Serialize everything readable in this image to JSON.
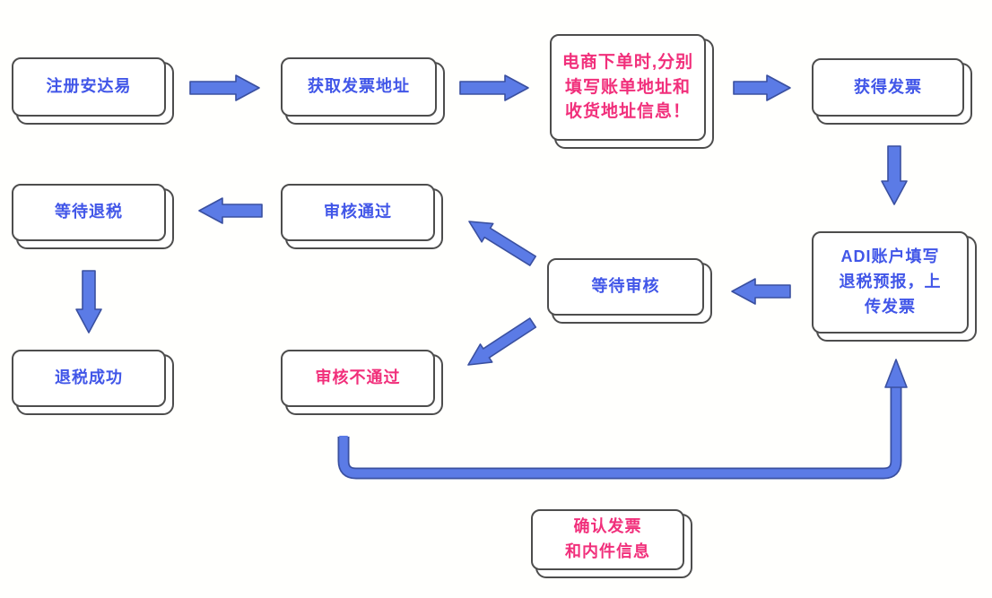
{
  "colors": {
    "blue_text": "#4156e8",
    "pink_text": "#f12f7b",
    "arrow_fill": "#5b7be6",
    "arrow_stroke": "#3a50a0",
    "box_border": "#4d4d4d",
    "page_bg": "#fffffd"
  },
  "flowchart": {
    "nodes": [
      {
        "id": "register",
        "label": "注册安达易",
        "color": "blue"
      },
      {
        "id": "get-invoice-address",
        "label": "获取发票地址",
        "color": "blue"
      },
      {
        "id": "order-note",
        "label": "电商下单时,分别\n填写账单地址和\n收货地址信息！",
        "color": "pink"
      },
      {
        "id": "obtain-invoice",
        "label": "获得发票",
        "color": "blue"
      },
      {
        "id": "adi-account",
        "label": "ADI账户填写\n退税预报，上\n传发票",
        "color": "blue"
      },
      {
        "id": "wait-review",
        "label": "等待审核",
        "color": "blue"
      },
      {
        "id": "review-passed",
        "label": "审核通过",
        "color": "blue"
      },
      {
        "id": "review-failed",
        "label": "审核不通过",
        "color": "pink"
      },
      {
        "id": "wait-refund",
        "label": "等待退税",
        "color": "blue"
      },
      {
        "id": "refund-success",
        "label": "退税成功",
        "color": "blue"
      },
      {
        "id": "confirm-invoice",
        "label": "确认发票\n和内件信息",
        "color": "pink"
      }
    ],
    "connections": [
      {
        "from": "register",
        "to": "get-invoice-address"
      },
      {
        "from": "get-invoice-address",
        "to": "order-note"
      },
      {
        "from": "order-note",
        "to": "obtain-invoice"
      },
      {
        "from": "obtain-invoice",
        "to": "adi-account"
      },
      {
        "from": "adi-account",
        "to": "wait-review"
      },
      {
        "from": "wait-review",
        "to": "review-passed"
      },
      {
        "from": "wait-review",
        "to": "review-failed"
      },
      {
        "from": "review-passed",
        "to": "wait-refund"
      },
      {
        "from": "wait-refund",
        "to": "refund-success"
      },
      {
        "from": "review-failed",
        "to": "adi-account"
      }
    ]
  }
}
